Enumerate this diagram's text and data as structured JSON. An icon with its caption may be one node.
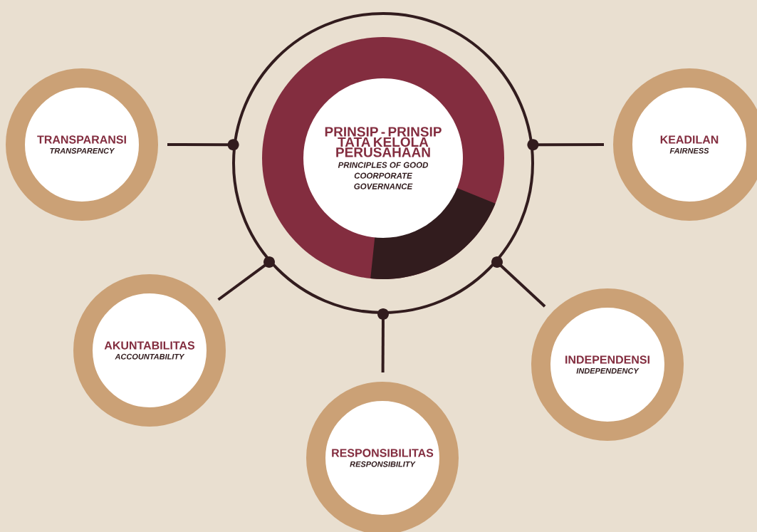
{
  "diagram": {
    "nodes": [
      {
        "text": [],
        "shape": "circle"
      },
      {
        "text": [
          "PRINSIP - PRINSIP TATA KELOLA PERUSAHAAN",
          "PRINCIPLES OF GOOD COORPORATE GOVERNANCE"
        ],
        "in": 0
      },
      {
        "text": [
          "TRANSPARANSI",
          "TRANSPARENCY"
        ]
      },
      {
        "text": [
          "KEADILAN",
          "FAIRNESS"
        ]
      },
      {
        "text": [
          "AKUNTABILITAS",
          "ACCOUNTABILITY"
        ]
      },
      {
        "text": [
          "INDEPENDENSI",
          "INDEPENDENCY"
        ]
      },
      {
        "text": [
          "RESPONSIBILITAS",
          "RESPONSIBILITY"
        ]
      }
    ],
    "edges": [
      {
        "from": 0,
        "to": 2,
        "arrow": "other"
      },
      {
        "from": 0,
        "to": 3,
        "arrow": "other"
      },
      {
        "from": 0,
        "to": 4,
        "arrow": "other"
      },
      {
        "from": 0,
        "to": 5,
        "arrow": "other"
      },
      {
        "from": 0,
        "to": 6,
        "arrow": "other"
      }
    ]
  }
}
